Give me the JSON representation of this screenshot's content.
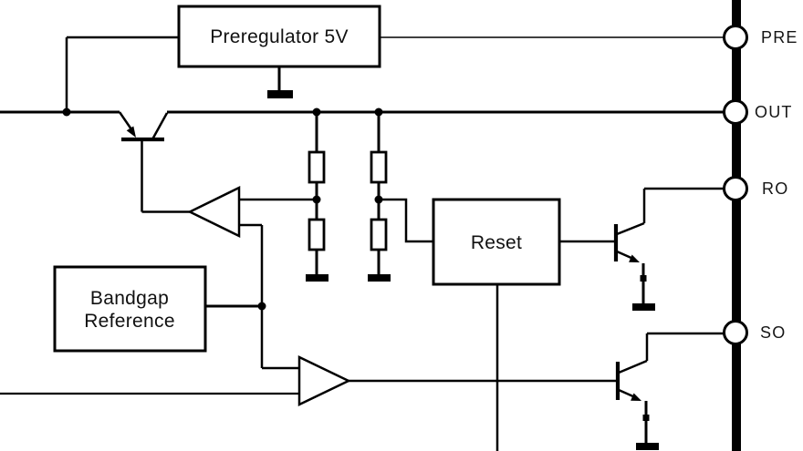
{
  "blocks": {
    "preregulator": {
      "label": "Preregulator 5V"
    },
    "bandgap": {
      "line1": "Bandgap",
      "line2": "Reference"
    },
    "reset": {
      "label": "Reset"
    }
  },
  "pins": {
    "pre": {
      "label": "PRE"
    },
    "out": {
      "label": "OUT"
    },
    "ro": {
      "label": "RO"
    },
    "so": {
      "label": "SO"
    }
  },
  "colors": {
    "line": "#000000",
    "background": "#ffffff",
    "block_fill": "#ffffff"
  }
}
